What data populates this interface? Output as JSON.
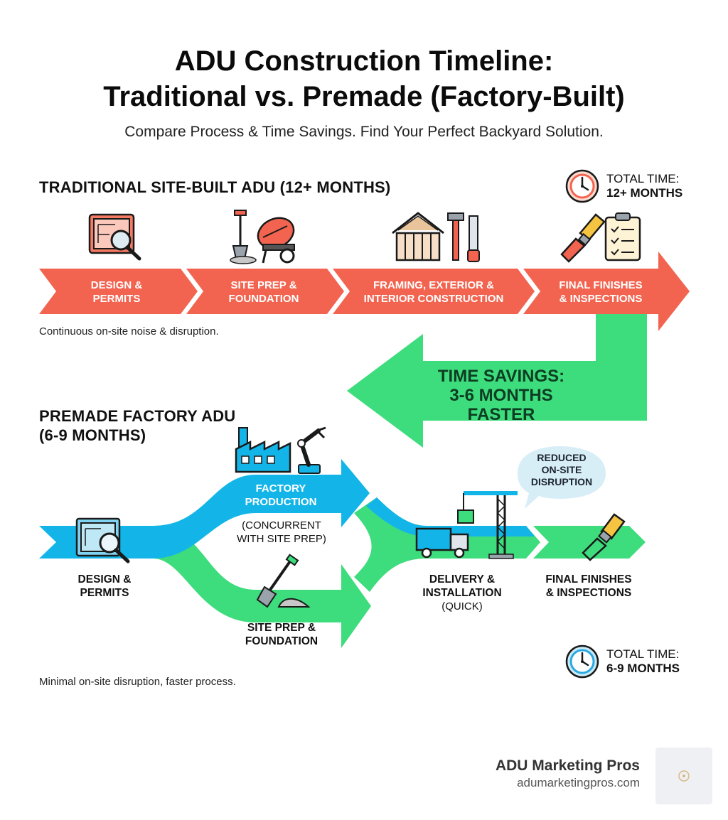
{
  "header": {
    "title_line1": "ADU Construction Timeline:",
    "title_line2": "Traditional vs. Premade (Factory-Built)",
    "subtitle": "Compare Process & Time Savings. Find Your Perfect Backyard Solution."
  },
  "traditional": {
    "heading": "TRADITIONAL SITE-BUILT ADU (12+ MONTHS)",
    "total_caption": "TOTAL TIME:",
    "total_value": "12+ MONTHS",
    "stages": [
      {
        "line1": "DESIGN &",
        "line2": "PERMITS",
        "icon": "blueprint-magnifier-icon"
      },
      {
        "line1": "SITE PREP &",
        "line2": "FOUNDATION",
        "icon": "shovel-cement-mixer-icon"
      },
      {
        "line1": "FRAMING, EXTERIOR &",
        "line2": "INTERIOR CONSTRUCTION",
        "icon": "house-frame-tools-icon"
      },
      {
        "line1": "FINAL FINISHES",
        "line2": "& INSPECTIONS",
        "icon": "paintbrush-checklist-icon"
      }
    ],
    "note": "Continuous on-site noise & disruption."
  },
  "savings": {
    "line1": "TIME SAVINGS:",
    "line2": "3-6 MONTHS",
    "line3": "FASTER"
  },
  "premade": {
    "heading_line1": "PREMADE FACTORY ADU",
    "heading_line2": "(6-9 MONTHS)",
    "design": {
      "line1": "DESIGN &",
      "line2": "PERMITS"
    },
    "factory": {
      "line1": "FACTORY",
      "line2": "PRODUCTION",
      "sub1": "(CONCURRENT",
      "sub2": "WITH SITE PREP)"
    },
    "site_prep": {
      "line1": "SITE PREP &",
      "line2": "FOUNDATION"
    },
    "delivery": {
      "line1": "DELIVERY &",
      "line2": "INSTALLATION",
      "sub": "(QUICK)"
    },
    "finishes": {
      "line1": "FINAL FINISHES",
      "line2": "& INSPECTIONS"
    },
    "bubble": {
      "line1": "REDUCED",
      "line2": "ON-SITE",
      "line3": "DISRUPTION"
    },
    "total_caption": "TOTAL TIME:",
    "total_value": "6-9 MONTHS",
    "note": "Minimal on-site disruption, faster process."
  },
  "footer": {
    "brand": "ADU Marketing Pros",
    "url": "adumarketingpros.com"
  },
  "colors": {
    "traditional_red": "#F26450",
    "savings_green": "#3DDC7C",
    "factory_blue": "#13B5E8",
    "clock_blue": "#29A9E0"
  }
}
